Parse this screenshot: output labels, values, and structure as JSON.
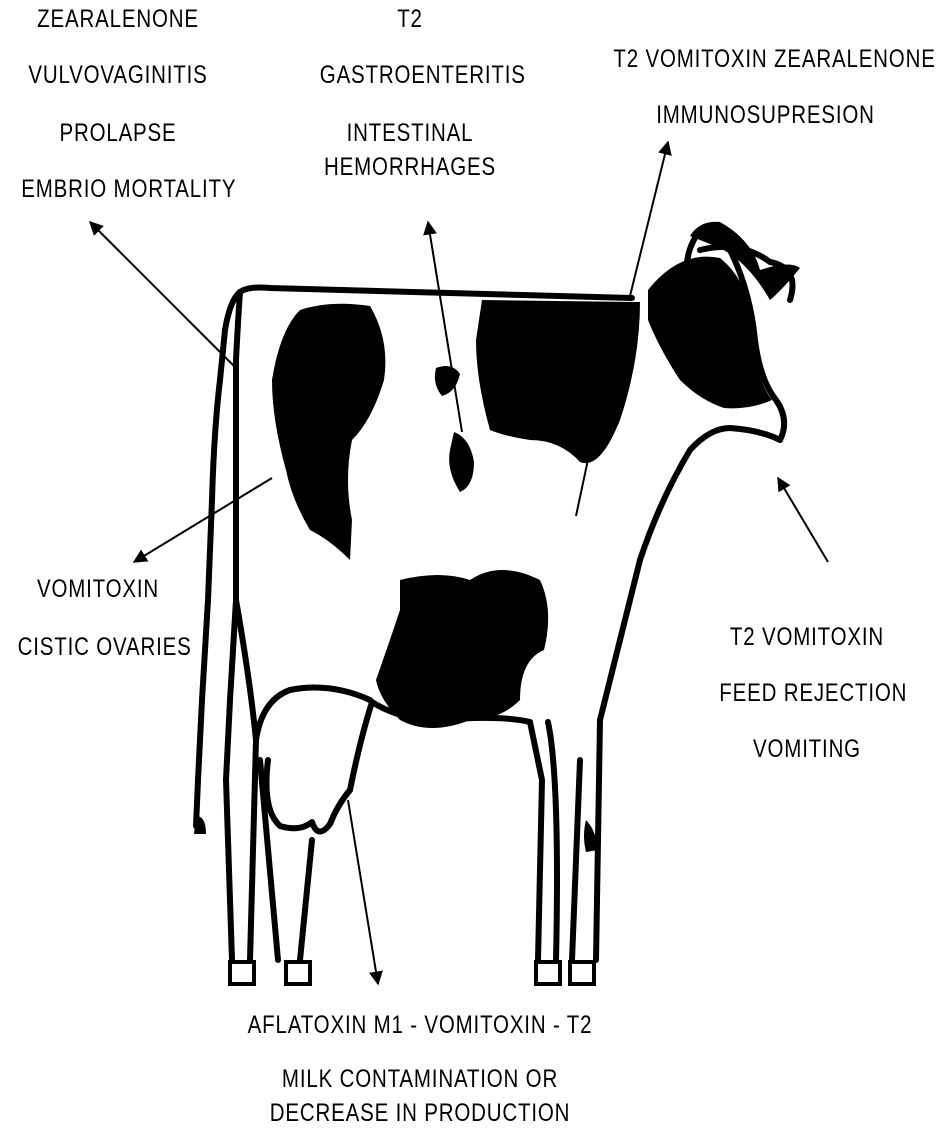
{
  "reproductive": {
    "lines": [
      "ZEARALENONE",
      "VULVOVAGINITIS",
      "PROLAPSE",
      "EMBRIO  MORTALITY"
    ]
  },
  "intestinal": {
    "lines": [
      "T2",
      "GASTROENTERITIS",
      "INTESTINAL",
      "HEMORRHAGES"
    ]
  },
  "immune": {
    "lines": [
      "T2   VOMITOXIN  ZEARALENONE",
      "IMMUNOSUPRESION"
    ]
  },
  "ovaries": {
    "lines": [
      "VOMITOXIN",
      "CISTIC OVARIES"
    ]
  },
  "feed": {
    "lines": [
      "T2    VOMITOXIN",
      "FEED REJECTION",
      "VOMITING"
    ]
  },
  "milk": {
    "lines": [
      "AFLATOXIN M1  -  VOMITOXIN  -  T2",
      "MILK CONTAMINATION  OR",
      "DECREASE IN PRODUCTION"
    ]
  },
  "colors": {
    "ink": "#000000",
    "background": "#ffffff"
  }
}
